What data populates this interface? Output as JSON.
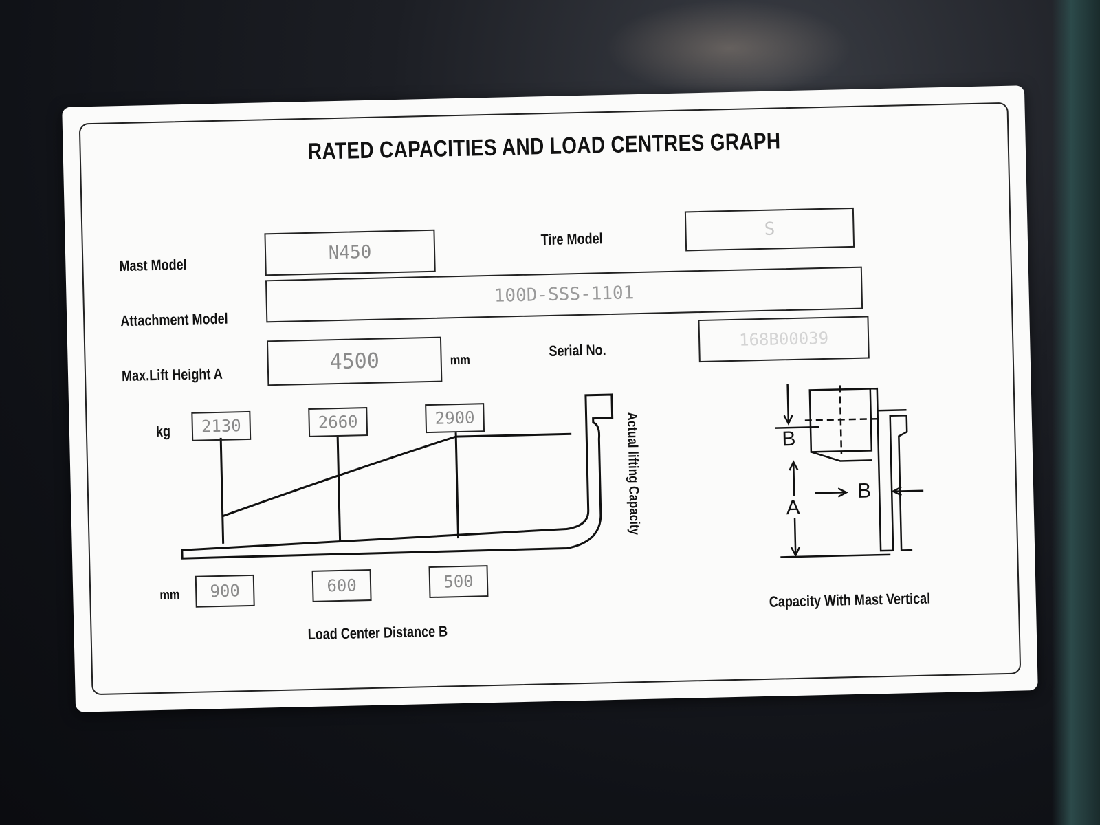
{
  "plate": {
    "title": "RATED CAPACITIES AND LOAD CENTRES GRAPH",
    "mast_model": {
      "label": "Mast Model",
      "value": "N450"
    },
    "tire_model": {
      "label": "Tire Model",
      "value": "S"
    },
    "attachment_model": {
      "label": "Attachment Model",
      "value": "100D-SSS-1101"
    },
    "max_lift_height": {
      "label": "Max.Lift Height A",
      "value": "4500",
      "unit": "mm"
    },
    "serial_no": {
      "label": "Serial No.",
      "value": "168B00039"
    }
  },
  "graph": {
    "capacity_unit": "kg",
    "distance_unit": "mm",
    "capacities": [
      "2130",
      "2660",
      "2900"
    ],
    "distances": [
      "900",
      "600",
      "500"
    ],
    "vertical_label": "Actual lifting Capacity",
    "bottom_label": "Load Center Distance B"
  },
  "diagram": {
    "label_b_top": "B",
    "label_a": "A",
    "label_b_side": "B",
    "caption": "Capacity With Mast Vertical"
  }
}
